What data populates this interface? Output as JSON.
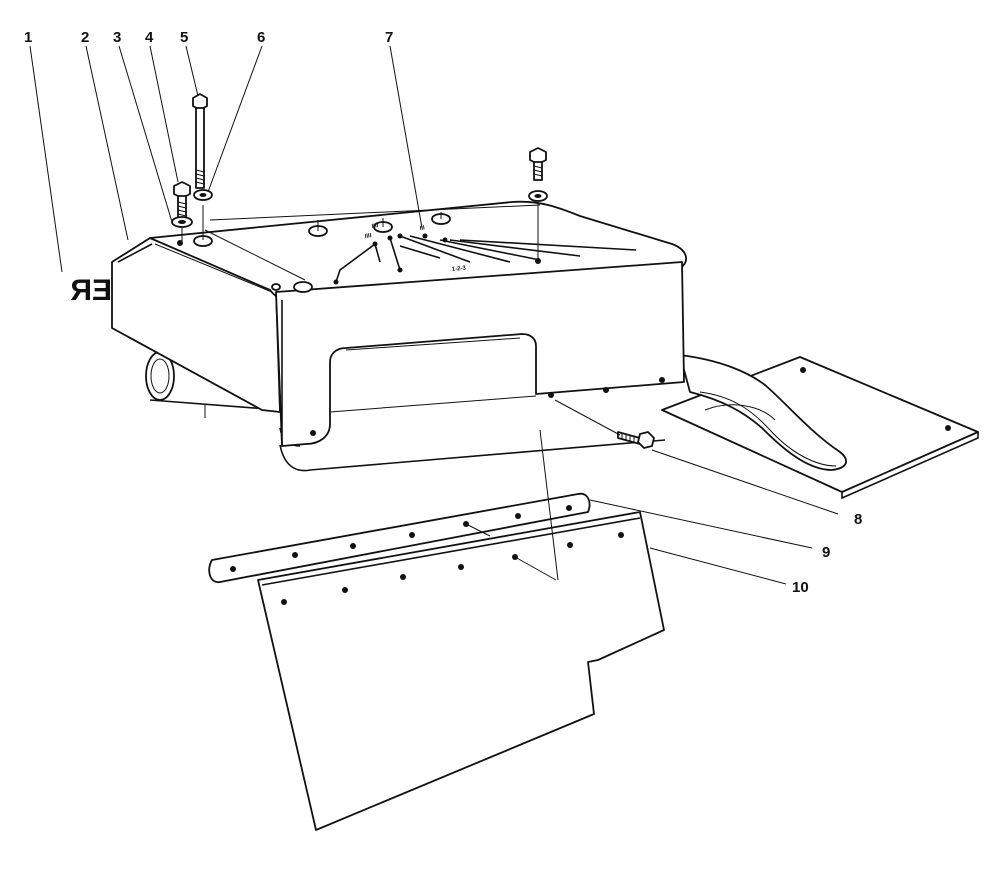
{
  "callouts": [
    "1",
    "2",
    "3",
    "4",
    "5",
    "6",
    "7",
    "8",
    "9",
    "10"
  ],
  "decal_text": "ER",
  "plate_labels": [
    "1-2-3"
  ],
  "colors": {
    "line": "#111111",
    "background": "#ffffff"
  }
}
